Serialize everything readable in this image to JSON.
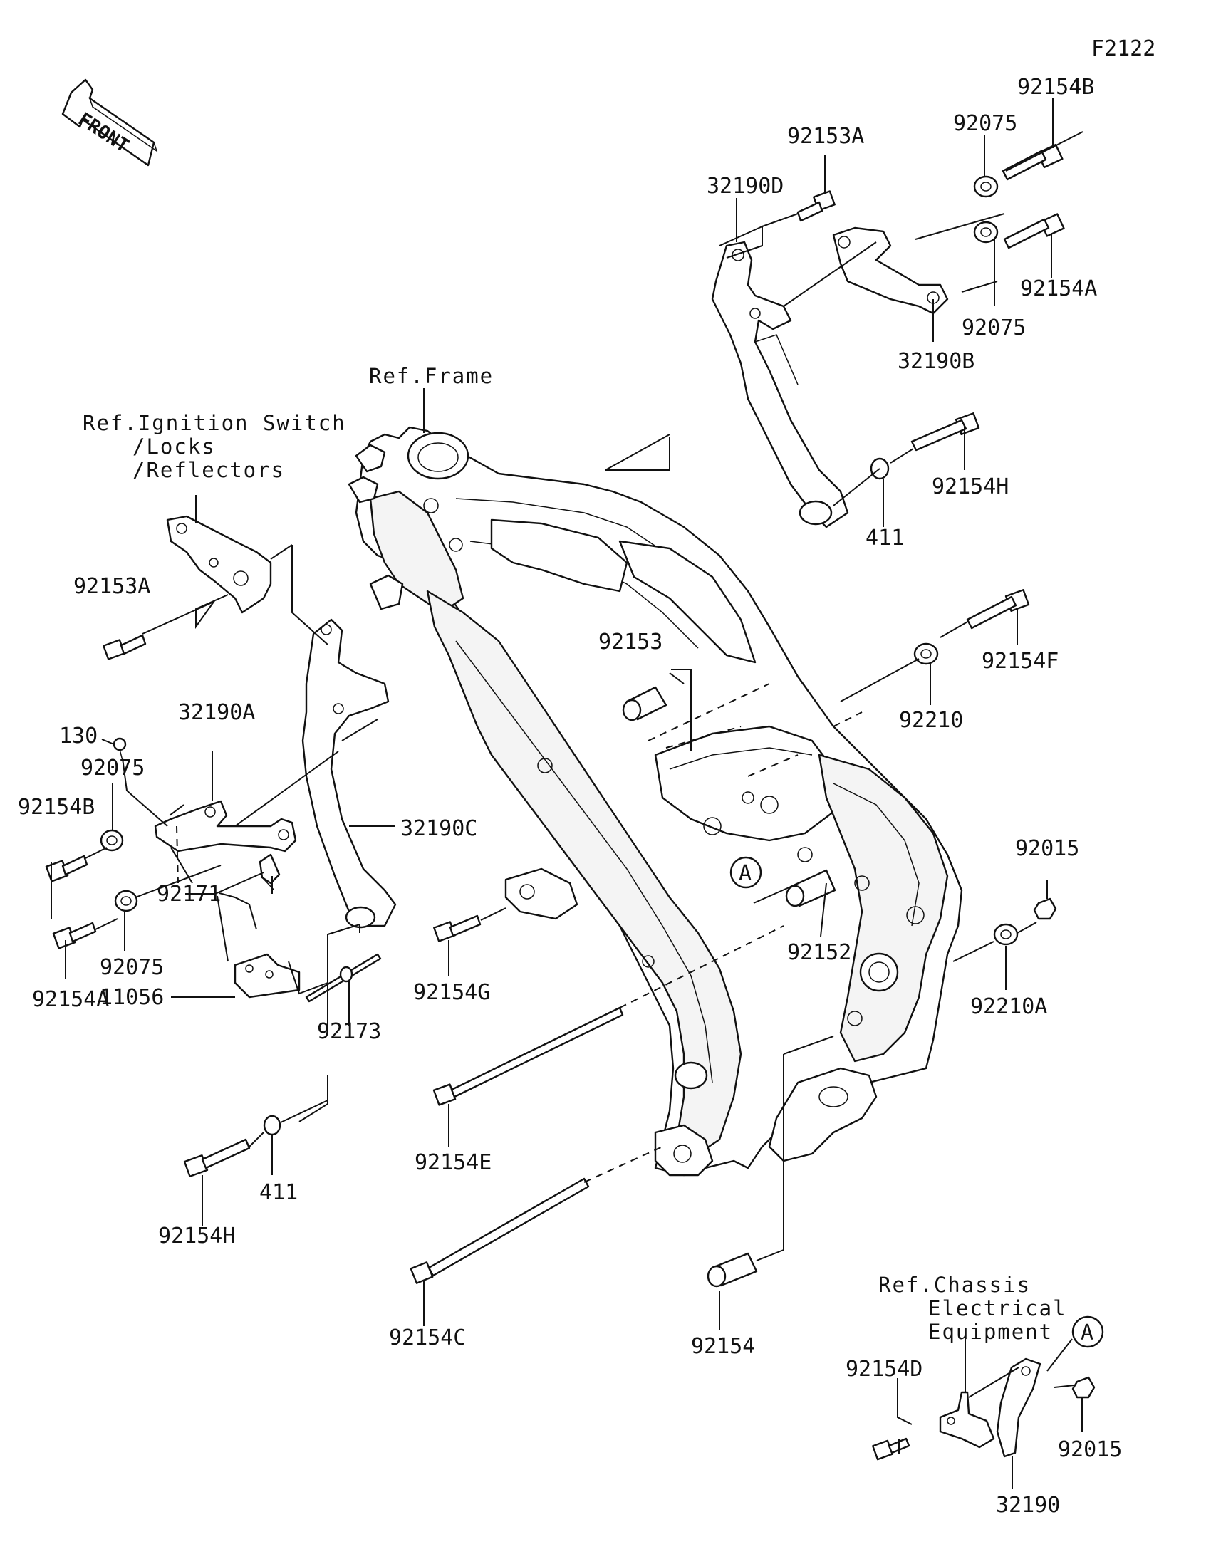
{
  "figure_code": "F2122",
  "front_label": "FRONT",
  "refs": {
    "frame": "Ref.Frame",
    "ignition_1": "Ref.Ignition Switch",
    "ignition_2": "/Locks",
    "ignition_3": "/Reflectors",
    "chassis_1": "Ref.Chassis",
    "chassis_2": "Electrical",
    "chassis_3": "Equipment"
  },
  "marker_a": "A",
  "parts": {
    "p92154B_top": "92154B",
    "p92075_top": "92075",
    "p92153A_top": "92153A",
    "p32190D": "32190D",
    "p92154A_right": "92154A",
    "p92075_right": "92075",
    "p32190B": "32190B",
    "p92154H_right": "92154H",
    "p411_right": "411",
    "p92153A_left": "92153A",
    "p92154F": "92154F",
    "p92153": "92153",
    "p92210": "92210",
    "p130": "130",
    "p32190A": "32190A",
    "p92075_left1": "92075",
    "p92154B_left": "92154B",
    "p32190C": "32190C",
    "p92015_right": "92015",
    "p92171": "92171",
    "p92152": "92152",
    "p92210A": "92210A",
    "p92154A_left": "92154A",
    "p92075_left2": "92075",
    "p11056": "11056",
    "p92154G": "92154G",
    "p92173": "92173",
    "p92154E": "92154E",
    "p411_left": "411",
    "p92154H_left": "92154H",
    "p92154C": "92154C",
    "p92154": "92154",
    "p92154D": "92154D",
    "p92015_bottom": "92015",
    "p32190": "32190"
  }
}
